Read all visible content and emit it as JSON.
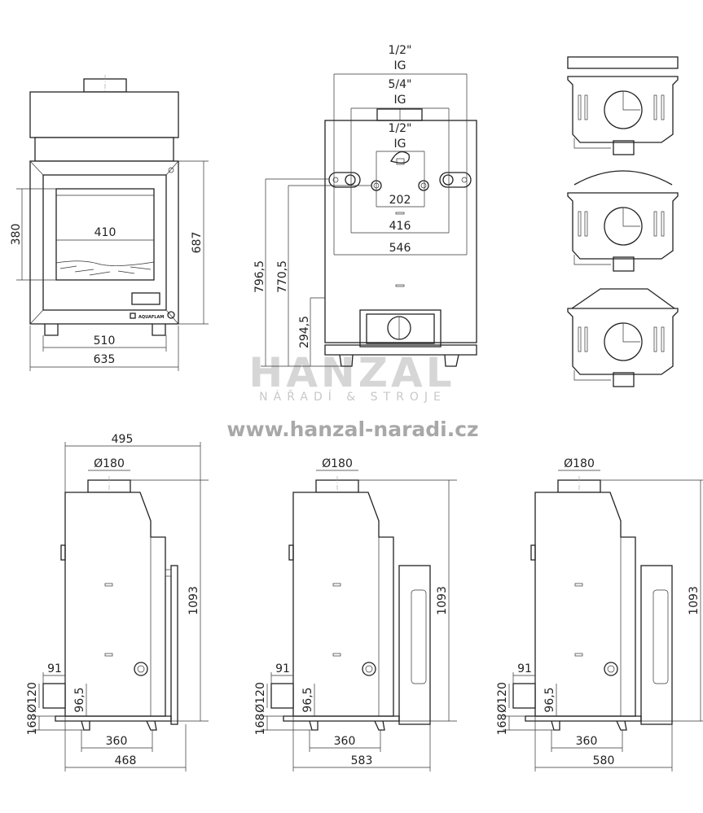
{
  "front_view": {
    "dim_glass_height": "380",
    "dim_glass_width": "410",
    "dim_height": "687",
    "dim_door_width": "510",
    "dim_total_width": "635",
    "brand_label": "AQUAFLAM"
  },
  "back_view": {
    "conn_top_thread": "1/2\"",
    "conn_top_type": "IG",
    "conn_mid_thread": "5/4\"",
    "conn_mid_type": "IG",
    "conn_inner_thread": "1/2\"",
    "conn_inner_type": "IG",
    "dim_202": "202",
    "dim_416": "416",
    "dim_546": "546",
    "dim_796": "796,5",
    "dim_770": "770,5",
    "dim_294": "294,5"
  },
  "watermark": {
    "brand": "HANZAL",
    "tagline": "NÁŘADÍ & STROJE",
    "url": "www.hanzal-naradi.cz"
  },
  "side_views": [
    {
      "top_depth": "495",
      "flue": "Ø180",
      "height": "1093",
      "dim_91": "91",
      "air_inlet": "Ø120",
      "dim_168": "168",
      "dim_96": "96,5",
      "feet": "360",
      "depth": "468"
    },
    {
      "flue": "Ø180",
      "height": "1093",
      "dim_91": "91",
      "air_inlet": "Ø120",
      "dim_168": "168",
      "dim_96": "96,5",
      "feet": "360",
      "depth": "583"
    },
    {
      "flue": "Ø180",
      "height": "1093",
      "dim_91": "91",
      "air_inlet": "Ø120",
      "dim_168": "168",
      "dim_96": "96,5",
      "feet": "360",
      "depth": "580"
    }
  ]
}
